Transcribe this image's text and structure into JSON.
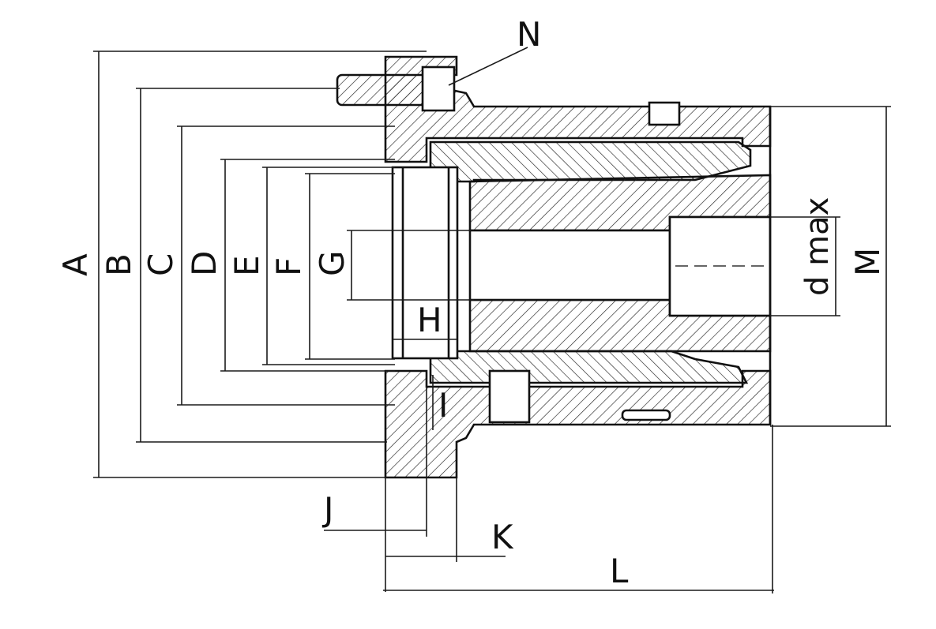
{
  "dimensions": {
    "A": "A",
    "B": "B",
    "C": "C",
    "D": "D",
    "E": "E",
    "F": "F",
    "G": "G",
    "H": "H",
    "I": "I",
    "J": "J",
    "K": "K",
    "L": "L",
    "M": "M",
    "N": "N",
    "dmax": "d max"
  }
}
